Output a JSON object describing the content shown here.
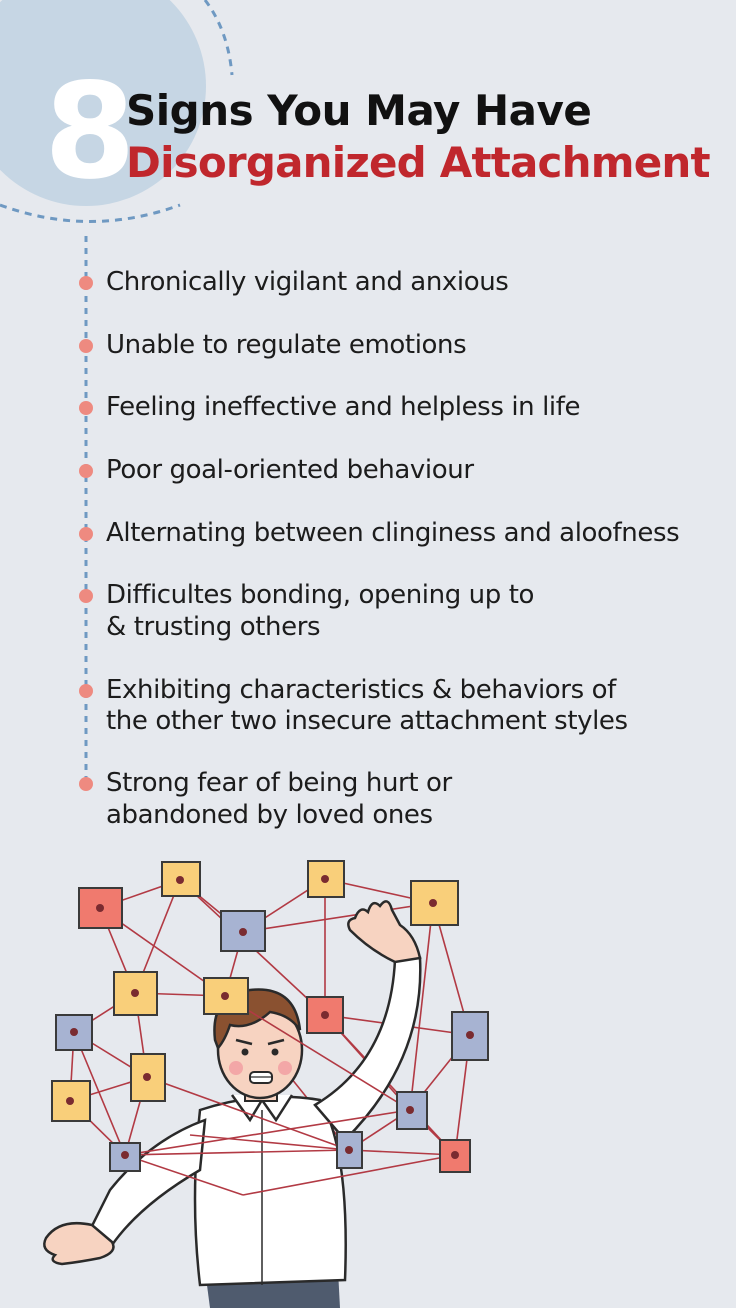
{
  "header": {
    "number": "8",
    "title_line1": "Signs You May Have",
    "title_line2": "Disorganized Attachment"
  },
  "signs": [
    {
      "line1": "Chronically vigilant and anxious",
      "line2": ""
    },
    {
      "line1": "Unable to regulate emotions",
      "line2": ""
    },
    {
      "line1": "Feeling ineffective and helpless in life",
      "line2": ""
    },
    {
      "line1": "Poor goal-oriented behaviour",
      "line2": ""
    },
    {
      "line1": "Alternating between clinginess and aloofness",
      "line2": ""
    },
    {
      "line1": "Difficultes bonding, opening up to",
      "line2": "& trusting others"
    },
    {
      "line1": "Exhibiting characteristics & behaviors of",
      "line2": "the other two insecure attachment styles"
    },
    {
      "line1": "Strong fear of being hurt or",
      "line2": "abandoned by loved ones"
    }
  ],
  "colors": {
    "background": "#e6e9ee",
    "accent_red": "#c0272d",
    "bullet": "#ee8a80",
    "circle": "#c6d6e4",
    "dashed_line": "#6f99c2"
  },
  "illustration": {
    "subject": "stressed man entangled in a web of connected squares",
    "icons": [
      "node-square-red",
      "node-square-yellow",
      "node-square-blue",
      "connection-line"
    ]
  }
}
